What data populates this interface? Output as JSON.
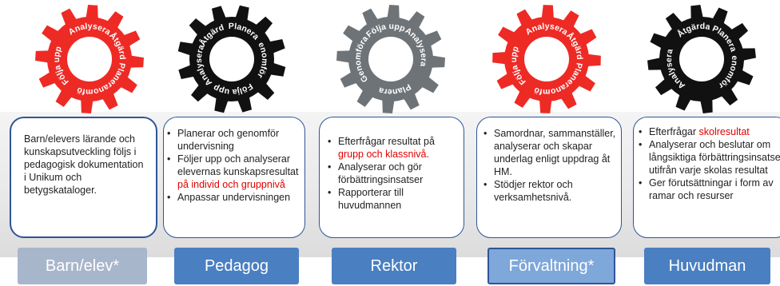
{
  "colors": {
    "red_gear": "#ee2a25",
    "black_gear": "#111111",
    "gray_gear": "#6e7377",
    "label_gray": "#a8b6cb",
    "label_blue": "#4a7fc1",
    "label_light_blue": "#7ea7da",
    "card_border": "#2f5597",
    "highlight_text": "#e00000"
  },
  "gear_words": {
    "analysera": "Analysera",
    "atgarda": "Åtgärda",
    "planera": "Planera",
    "genomfora": "Genomföra",
    "folja_upp": "Följa upp"
  },
  "columns": [
    {
      "gear_color": "red",
      "card_text": "Barn/elevers lärande och kunskapsutveckling följs i pedagogisk dokumentation i Unikum och betygskataloger.",
      "label": "Barn/elev*"
    },
    {
      "gear_color": "black",
      "bullets": [
        {
          "text": "Planerar och genomför undervisning"
        },
        {
          "text": "Följer upp och analyserar elevernas kunskapsresultat ",
          "highlight": "på individ och gruppnivå"
        },
        {
          "text": "Anpassar undervisningen"
        }
      ],
      "label": "Pedagog"
    },
    {
      "gear_color": "gray",
      "bullets": [
        {
          "text": "Efterfrågar resultat på ",
          "highlight": "grupp och klassnivå."
        },
        {
          "text": "Analyserar och gör förbättringsinsatser"
        },
        {
          "text": "Rapporterar till huvudmannen"
        }
      ],
      "label": "Rektor"
    },
    {
      "gear_color": "red",
      "bullets": [
        {
          "text": "Samordnar, sammanställer, analyserar  och skapar underlag enligt uppdrag åt HM."
        },
        {
          "text": "Stödjer rektor och verksamhetsnivå."
        }
      ],
      "label": "Förvaltning*"
    },
    {
      "gear_color": "black",
      "bullets": [
        {
          "text": "Efterfrågar ",
          "highlight": "skolresultat"
        },
        {
          "text": "Analyserar och beslutar om långsiktiga förbättringsinsatser utifrån varje skolas resultat"
        },
        {
          "text": "Ger förutsättningar i form av ramar och resurser"
        }
      ],
      "label": "Huvudman"
    }
  ]
}
